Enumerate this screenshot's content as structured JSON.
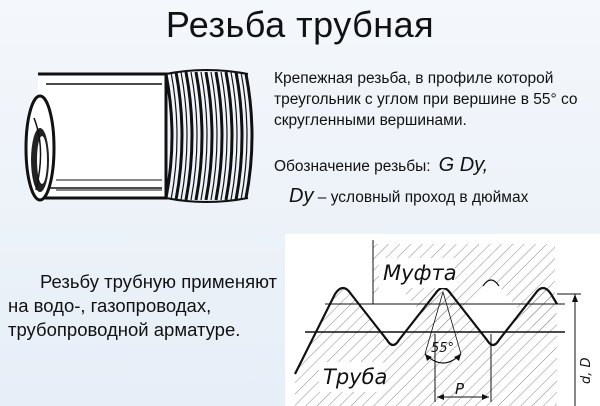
{
  "title": "Резьба трубная",
  "description": {
    "lines": [
      "Крепежная резьба, в профиле которой",
      "треугольник с углом при вершине в 55° со",
      "скругленными вершинами."
    ]
  },
  "designation": {
    "label": "Обозначение резьбы:",
    "value": "G Dy,"
  },
  "dy_definition": {
    "symbol": "Dy",
    "text": "– условный проход в дюймах"
  },
  "usage": {
    "lines": [
      "Резьбу трубную применяют",
      "на водо-, газопроводах,",
      "трубопроводной арматуре."
    ]
  },
  "diagram": {
    "coupling_label": "Муфта",
    "pipe_label": "Труба",
    "angle_label": "55°",
    "pitch_label": "P",
    "diameter_label": "d, D"
  }
}
